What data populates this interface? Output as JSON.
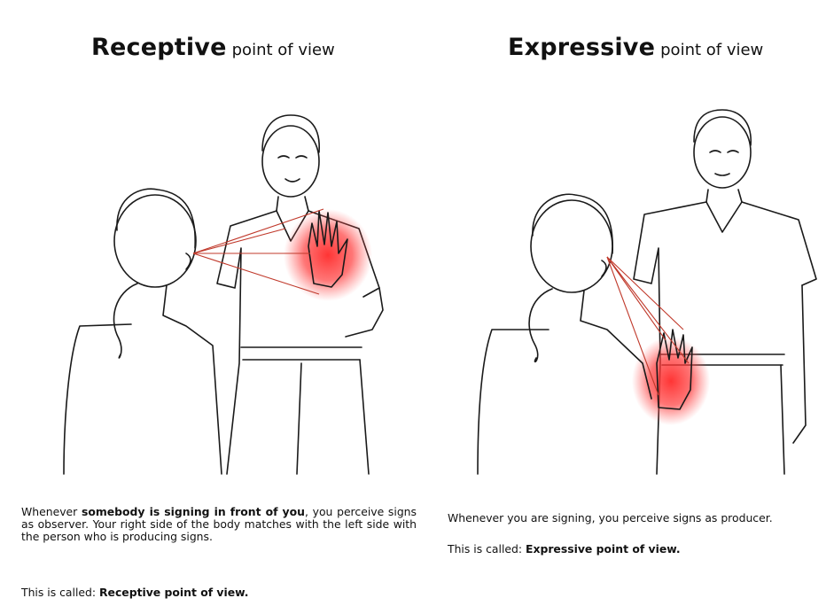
{
  "receptive": {
    "title_strong": "Receptive",
    "title_light": "point of view",
    "desc_prefix": "Whenever ",
    "desc_bold": "somebody is signing in front of you",
    "desc_rest": ", you perceive signs as observer. Your right side of the body matches with the left side with the person who is producing signs.",
    "called_prefix": "This is called: ",
    "called_bold": "Receptive point of view."
  },
  "expressive": {
    "title_strong": "Expressive",
    "title_light": "point of view",
    "desc": "Whenever you are signing, you perceive signs as producer.",
    "called_prefix": "This is called: ",
    "called_bold": "Expressive point of view."
  },
  "colors": {
    "highlight": "#ff2a2a",
    "sight_lines": "#c0392b",
    "ink": "#1a1a1a"
  }
}
